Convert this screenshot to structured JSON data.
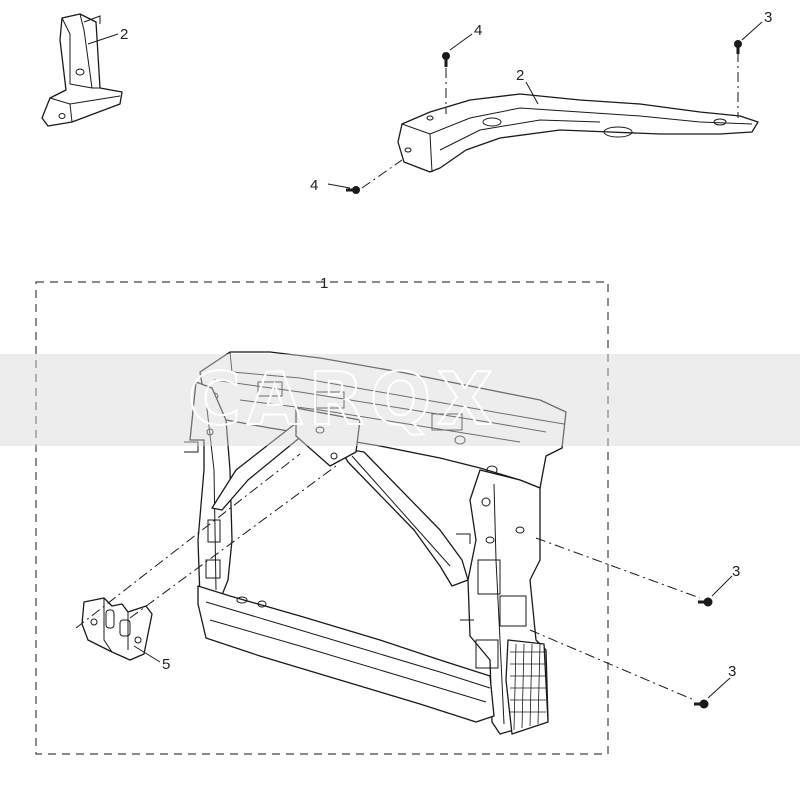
{
  "diagram": {
    "watermark": "CARQX",
    "callouts": [
      {
        "id": "c-2a",
        "label": "2"
      },
      {
        "id": "c-4a",
        "label": "4"
      },
      {
        "id": "c-3a",
        "label": "3"
      },
      {
        "id": "c-2b",
        "label": "2"
      },
      {
        "id": "c-4b",
        "label": "4"
      },
      {
        "id": "c-1",
        "label": "1"
      },
      {
        "id": "c-3b",
        "label": "3"
      },
      {
        "id": "c-3c",
        "label": "3"
      },
      {
        "id": "c-5",
        "label": "5"
      }
    ]
  }
}
